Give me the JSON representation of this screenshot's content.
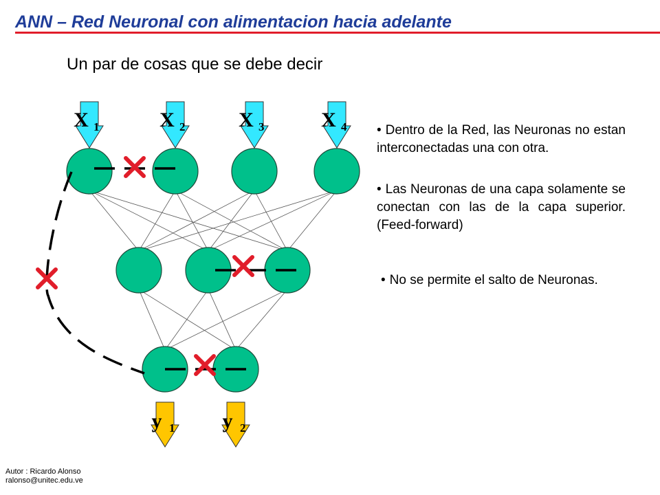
{
  "title": "ANN – Red Neuronal con alimentacion hacia adelante",
  "subtitle": "Un par de cosas que se debe decir",
  "diagram": {
    "inputs": [
      {
        "letter": "X",
        "sub": "1"
      },
      {
        "letter": "X",
        "sub": "2"
      },
      {
        "letter": "X",
        "sub": "3"
      },
      {
        "letter": "X",
        "sub": "4"
      }
    ],
    "outputs": [
      {
        "letter": "y",
        "sub": "1"
      },
      {
        "letter": "y",
        "sub": "2"
      }
    ],
    "layers": [
      4,
      3,
      2
    ],
    "colors": {
      "neuron": "#00c08b",
      "input_arrow": "#33e8ff",
      "output_arrow": "#ffc600",
      "cross": "#e11d2a"
    }
  },
  "bullets": [
    "Dentro de la Red, las Neuronas no estan interconectadas una con otra.",
    "Las Neuronas de una capa solamente se conectan con las de la capa superior. (Feed-forward)",
    "No se permite el salto de Neuronas."
  ],
  "bullet_marker": "•",
  "author": {
    "line1": "Autor : Ricardo Alonso",
    "line2": "ralonso@unitec.edu.ve"
  }
}
